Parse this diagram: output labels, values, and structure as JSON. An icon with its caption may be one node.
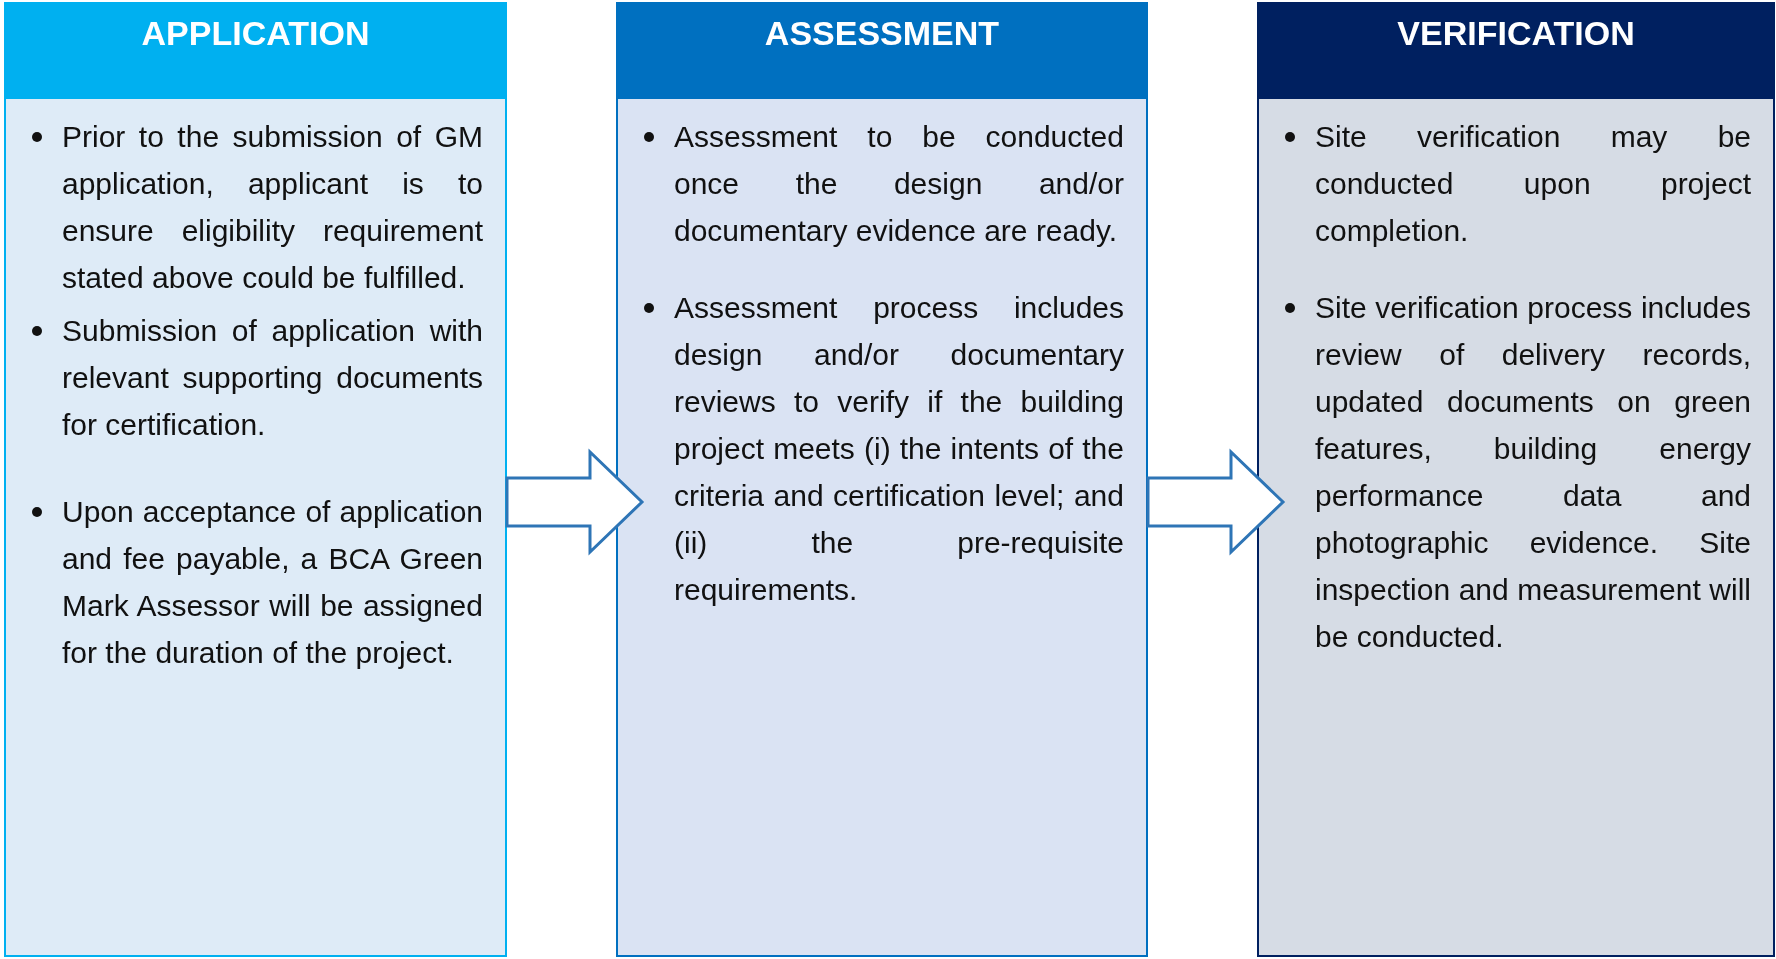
{
  "diagram": {
    "nodes": [
      {
        "text": [
          "APPLICATION",
          "Prior to the submission of GM application, applicant is to ensure eligibility requirement stated above could be fulfilled.",
          "Submission of application with relevant supporting documents for certification.",
          "Upon acceptance of application and fee payable, a BCA Green Mark Assessor will be assigned for the duration of the project."
        ]
      },
      {
        "text": [
          "ASSESSMENT",
          "Assessment to be conducted once the design and/or documentary evidence are ready.",
          "Assessment process includes design and/or documentary reviews to verify if the building project meets (i) the intents of the criteria and certification level; and (ii) the pre-requisite requirements."
        ]
      },
      {
        "text": [
          "VERIFICATION",
          "Site verification may be conducted upon project completion.",
          "Site verification process includes review of delivery records, updated documents on green features, building energy performance data and photographic evidence. Site inspection and measurement will be conducted."
        ]
      }
    ],
    "edges": [
      {
        "from": 0,
        "to": 1,
        "arrow": "to"
      },
      {
        "from": 1,
        "to": 2,
        "arrow": "to"
      }
    ]
  }
}
